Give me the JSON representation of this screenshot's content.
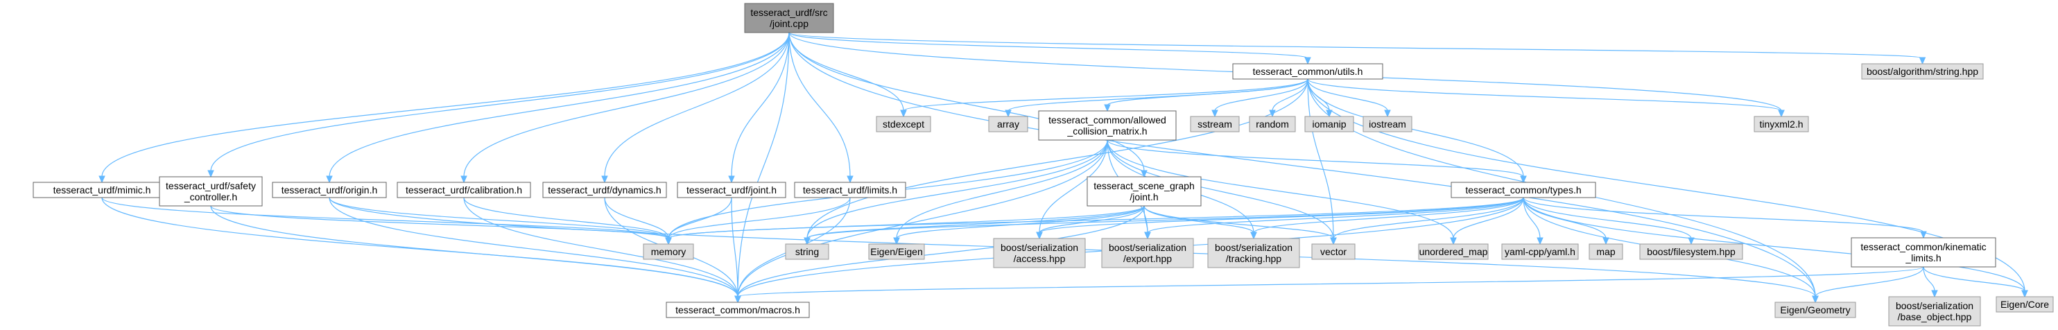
{
  "diagram": {
    "nodes": [
      {
        "id": "root",
        "kind": "root",
        "lines": [
          "tesseract_urdf/src",
          "/joint.cpp"
        ]
      },
      {
        "id": "utils",
        "kind": "local",
        "lines": [
          "tesseract_common/utils.h"
        ]
      },
      {
        "id": "boost_algo",
        "kind": "ext",
        "lines": [
          "boost/algorithm/string.hpp"
        ]
      },
      {
        "id": "stdexcept",
        "kind": "ext",
        "lines": [
          "stdexcept"
        ]
      },
      {
        "id": "array",
        "kind": "ext",
        "lines": [
          "array"
        ]
      },
      {
        "id": "acm",
        "kind": "local",
        "lines": [
          "tesseract_common/allowed",
          "_collision_matrix.h"
        ]
      },
      {
        "id": "sstream",
        "kind": "ext",
        "lines": [
          "sstream"
        ]
      },
      {
        "id": "random",
        "kind": "ext",
        "lines": [
          "random"
        ]
      },
      {
        "id": "iomanip",
        "kind": "ext",
        "lines": [
          "iomanip"
        ]
      },
      {
        "id": "iostream",
        "kind": "ext",
        "lines": [
          "iostream"
        ]
      },
      {
        "id": "tinyxml2",
        "kind": "ext",
        "lines": [
          "tinyxml2.h"
        ]
      },
      {
        "id": "mimic",
        "kind": "local",
        "lines": [
          "tesseract_urdf/mimic.h"
        ]
      },
      {
        "id": "safety",
        "kind": "local",
        "lines": [
          "tesseract_urdf/safety",
          "_controller.h"
        ]
      },
      {
        "id": "origin",
        "kind": "local",
        "lines": [
          "tesseract_urdf/origin.h"
        ]
      },
      {
        "id": "calibration",
        "kind": "local",
        "lines": [
          "tesseract_urdf/calibration.h"
        ]
      },
      {
        "id": "dynamics",
        "kind": "local",
        "lines": [
          "tesseract_urdf/dynamics.h"
        ]
      },
      {
        "id": "jointh",
        "kind": "local",
        "lines": [
          "tesseract_urdf/joint.h"
        ]
      },
      {
        "id": "limits",
        "kind": "local",
        "lines": [
          "tesseract_urdf/limits.h"
        ]
      },
      {
        "id": "sgjoint",
        "kind": "local",
        "lines": [
          "tesseract_scene_graph",
          "/joint.h"
        ]
      },
      {
        "id": "types",
        "kind": "local",
        "lines": [
          "tesseract_common/types.h"
        ]
      },
      {
        "id": "kinlimits",
        "kind": "local",
        "lines": [
          "tesseract_common/kinematic",
          "_limits.h"
        ]
      },
      {
        "id": "memory",
        "kind": "ext",
        "lines": [
          "memory"
        ]
      },
      {
        "id": "string",
        "kind": "ext",
        "lines": [
          "string"
        ]
      },
      {
        "id": "eigen",
        "kind": "ext",
        "lines": [
          "Eigen/Eigen"
        ]
      },
      {
        "id": "access",
        "kind": "ext",
        "lines": [
          "boost/serialization",
          "/access.hpp"
        ]
      },
      {
        "id": "export",
        "kind": "ext",
        "lines": [
          "boost/serialization",
          "/export.hpp"
        ]
      },
      {
        "id": "tracking",
        "kind": "ext",
        "lines": [
          "boost/serialization",
          "/tracking.hpp"
        ]
      },
      {
        "id": "vector",
        "kind": "ext",
        "lines": [
          "vector"
        ]
      },
      {
        "id": "umap",
        "kind": "ext",
        "lines": [
          "unordered_map"
        ]
      },
      {
        "id": "yaml",
        "kind": "ext",
        "lines": [
          "yaml-cpp/yaml.h"
        ]
      },
      {
        "id": "map",
        "kind": "ext",
        "lines": [
          "map"
        ]
      },
      {
        "id": "fs",
        "kind": "ext",
        "lines": [
          "boost/filesystem.hpp"
        ]
      },
      {
        "id": "baseobj",
        "kind": "ext",
        "lines": [
          "boost/serialization",
          "/base_object.hpp"
        ]
      },
      {
        "id": "eigencore",
        "kind": "ext",
        "lines": [
          "Eigen/Core"
        ]
      },
      {
        "id": "macros",
        "kind": "local",
        "lines": [
          "tesseract_common/macros.h"
        ]
      },
      {
        "id": "geometry",
        "kind": "ext",
        "lines": [
          "Eigen/Geometry"
        ]
      }
    ],
    "edges": [
      [
        "root",
        "utils"
      ],
      [
        "root",
        "boost_algo"
      ],
      [
        "root",
        "stdexcept"
      ],
      [
        "root",
        "tinyxml2"
      ],
      [
        "root",
        "mimic"
      ],
      [
        "root",
        "safety"
      ],
      [
        "root",
        "origin"
      ],
      [
        "root",
        "calibration"
      ],
      [
        "root",
        "dynamics"
      ],
      [
        "root",
        "jointh"
      ],
      [
        "root",
        "limits"
      ],
      [
        "root",
        "sgjoint"
      ],
      [
        "root",
        "macros"
      ],
      [
        "root",
        "geometry"
      ],
      [
        "utils",
        "stdexcept"
      ],
      [
        "utils",
        "array"
      ],
      [
        "utils",
        "acm"
      ],
      [
        "utils",
        "sstream"
      ],
      [
        "utils",
        "random"
      ],
      [
        "utils",
        "iomanip"
      ],
      [
        "utils",
        "iostream"
      ],
      [
        "utils",
        "tinyxml2"
      ],
      [
        "utils",
        "types"
      ],
      [
        "utils",
        "string"
      ],
      [
        "utils",
        "vector"
      ],
      [
        "utils",
        "geometry"
      ],
      [
        "utils",
        "eigencore"
      ],
      [
        "acm",
        "memory"
      ],
      [
        "acm",
        "string"
      ],
      [
        "acm",
        "eigen"
      ],
      [
        "acm",
        "access"
      ],
      [
        "acm",
        "export"
      ],
      [
        "acm",
        "tracking"
      ],
      [
        "acm",
        "vector"
      ],
      [
        "acm",
        "umap"
      ],
      [
        "acm",
        "types"
      ],
      [
        "acm",
        "macros"
      ],
      [
        "mimic",
        "memory"
      ],
      [
        "mimic",
        "macros"
      ],
      [
        "safety",
        "memory"
      ],
      [
        "safety",
        "macros"
      ],
      [
        "origin",
        "memory"
      ],
      [
        "origin",
        "macros"
      ],
      [
        "origin",
        "geometry"
      ],
      [
        "calibration",
        "memory"
      ],
      [
        "calibration",
        "macros"
      ],
      [
        "dynamics",
        "memory"
      ],
      [
        "dynamics",
        "macros"
      ],
      [
        "jointh",
        "memory"
      ],
      [
        "jointh",
        "macros"
      ],
      [
        "limits",
        "memory"
      ],
      [
        "limits",
        "macros"
      ],
      [
        "sgjoint",
        "memory"
      ],
      [
        "sgjoint",
        "string"
      ],
      [
        "sgjoint",
        "eigen"
      ],
      [
        "sgjoint",
        "access"
      ],
      [
        "sgjoint",
        "export"
      ],
      [
        "sgjoint",
        "tracking"
      ],
      [
        "sgjoint",
        "vector"
      ],
      [
        "sgjoint",
        "macros"
      ],
      [
        "types",
        "memory"
      ],
      [
        "types",
        "string"
      ],
      [
        "types",
        "access"
      ],
      [
        "types",
        "export"
      ],
      [
        "types",
        "tracking"
      ],
      [
        "types",
        "vector"
      ],
      [
        "types",
        "umap"
      ],
      [
        "types",
        "yaml"
      ],
      [
        "types",
        "map"
      ],
      [
        "types",
        "fs"
      ],
      [
        "types",
        "kinlimits"
      ],
      [
        "types",
        "eigencore"
      ],
      [
        "types",
        "geometry"
      ],
      [
        "types",
        "macros"
      ],
      [
        "kinlimits",
        "baseobj"
      ],
      [
        "kinlimits",
        "eigencore"
      ],
      [
        "kinlimits",
        "geometry"
      ],
      [
        "kinlimits",
        "macros"
      ]
    ]
  }
}
